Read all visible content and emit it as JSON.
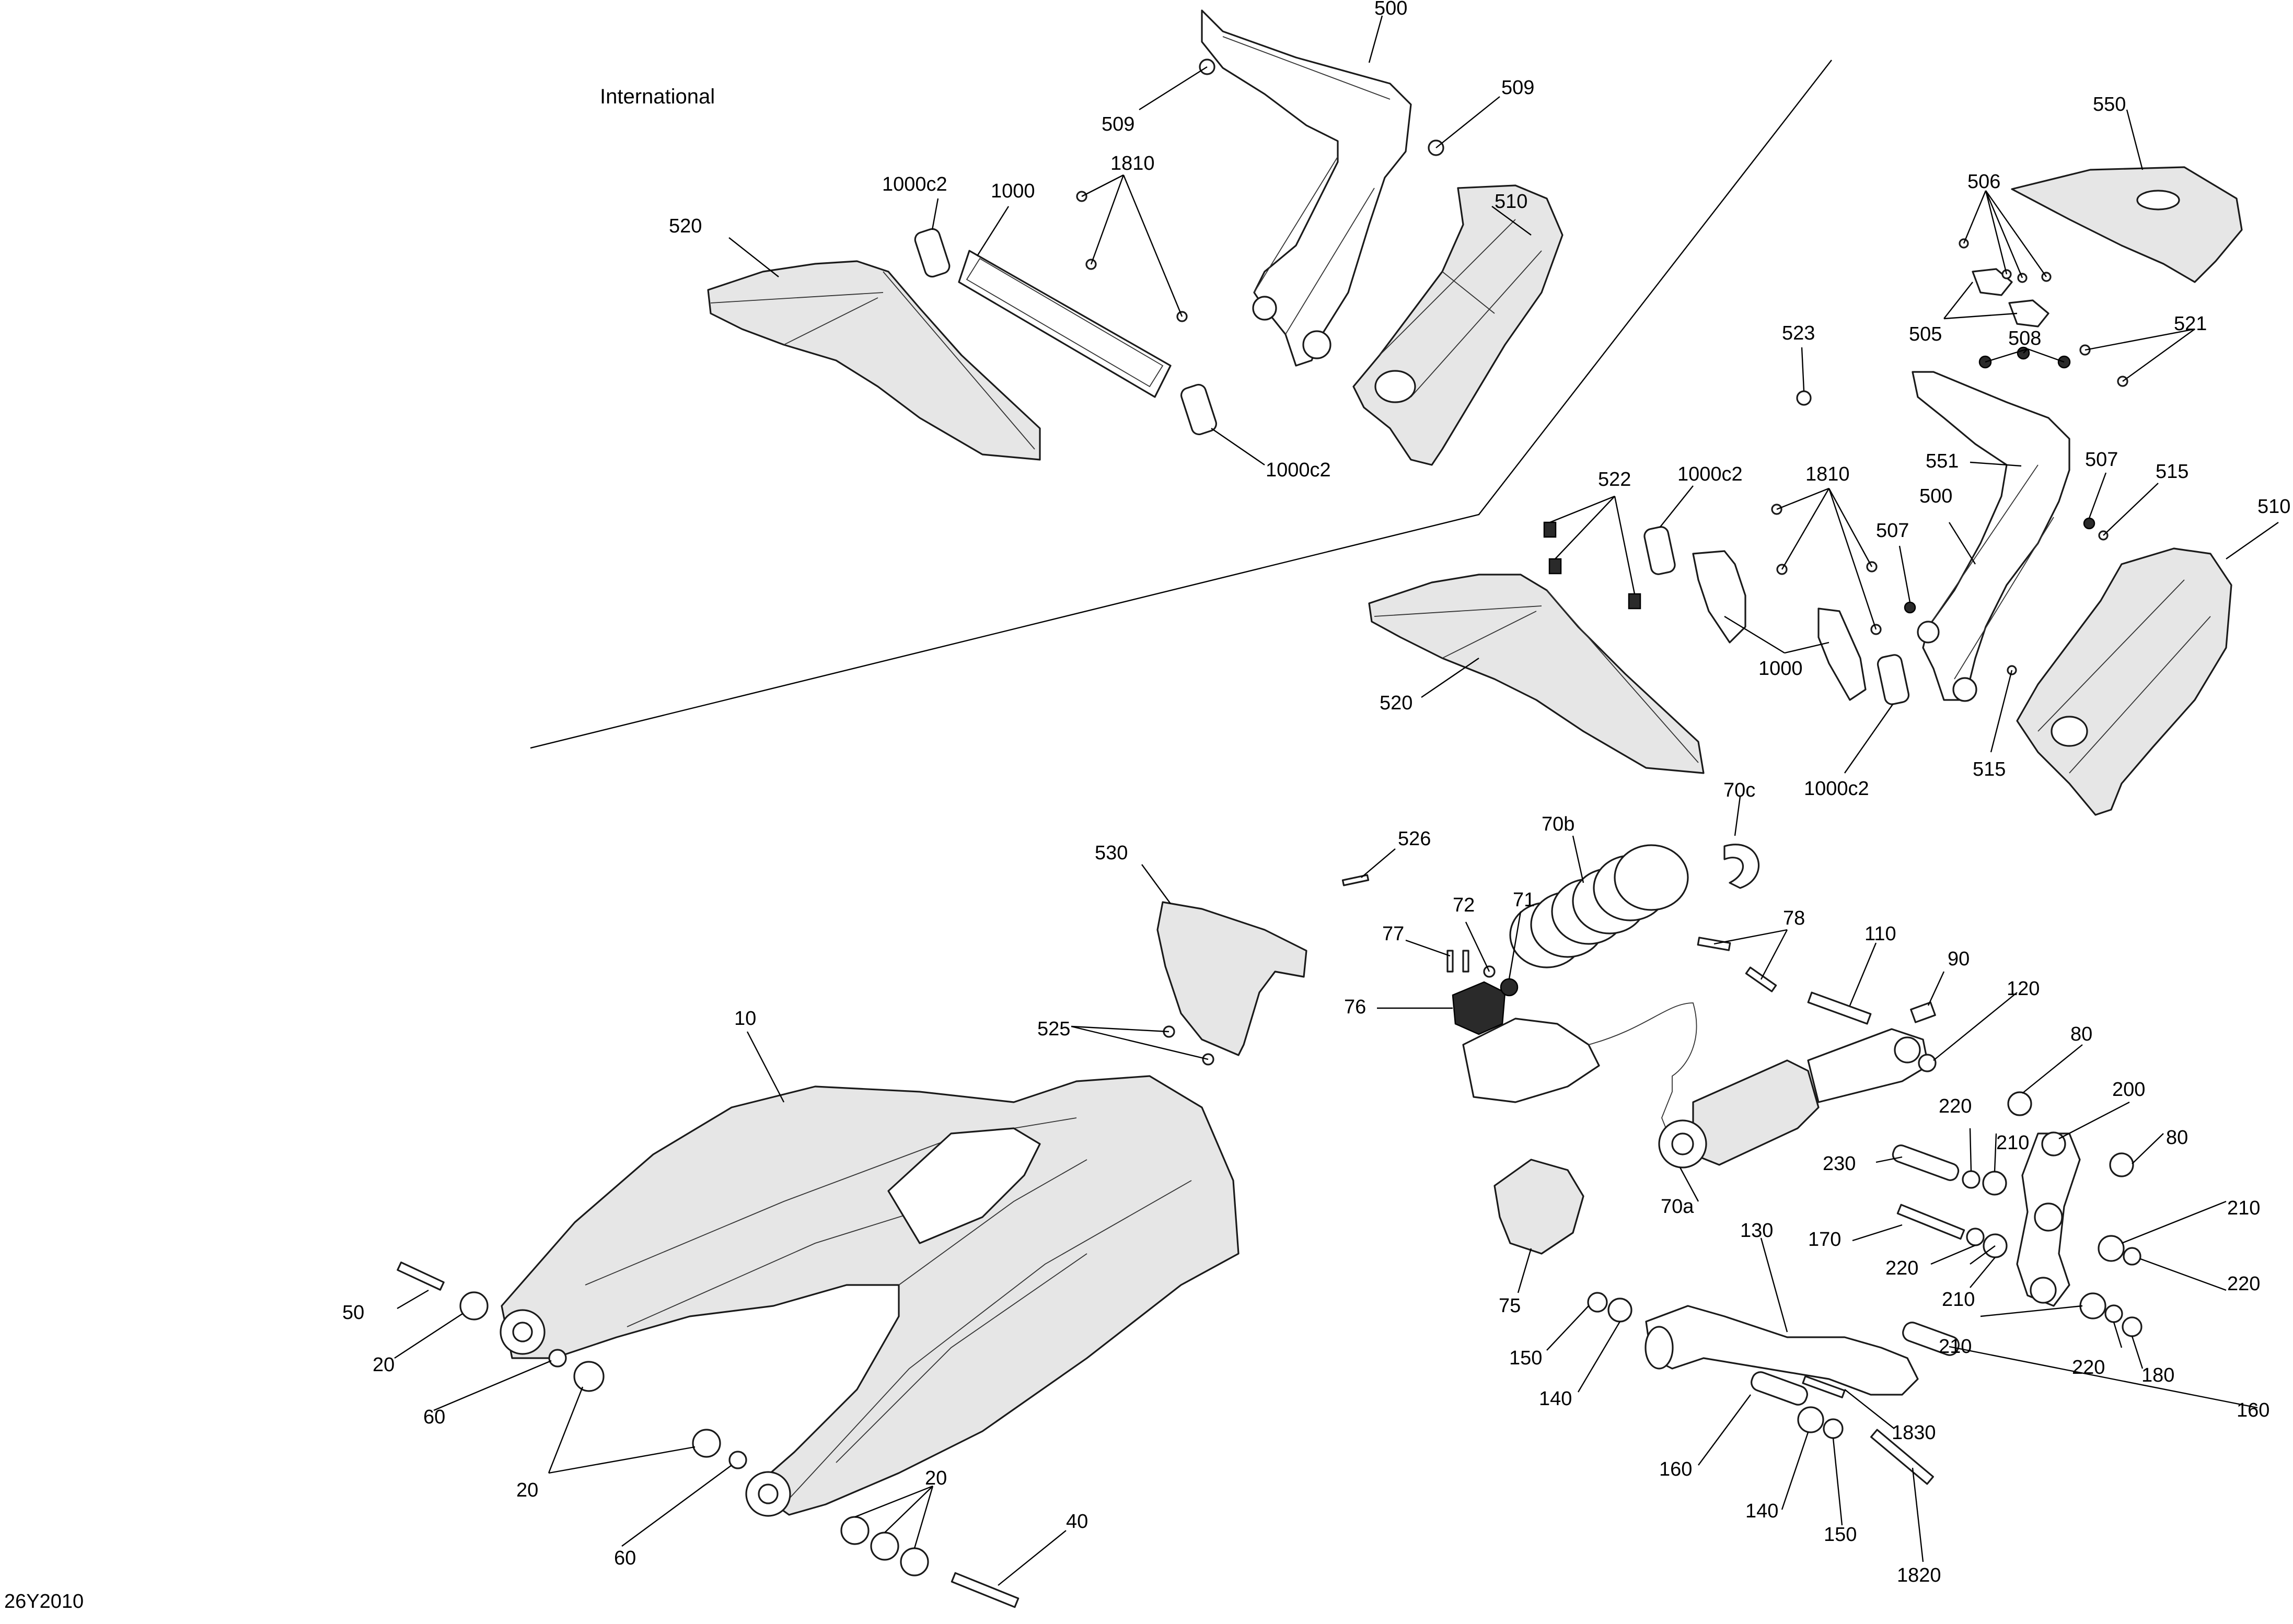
{
  "diagram": {
    "region_label": "International",
    "figure_code": "26Y2010",
    "callouts": {
      "c500a": "500",
      "c509a": "509",
      "c509b": "509",
      "c1810a": "1810",
      "c1000c2a": "1000c2",
      "c1000a": "1000",
      "c520a": "520",
      "c510a": "510",
      "c1000c2b": "1000c2",
      "c550": "550",
      "c506": "506",
      "c505": "505",
      "c508": "508",
      "c521": "521",
      "c523": "523",
      "c551": "551",
      "c507a": "507",
      "c515a": "515",
      "c500b": "500",
      "c510b": "510",
      "c522": "522",
      "c1000c2c": "1000c2",
      "c1810b": "1810",
      "c507b": "507",
      "c1000b": "1000",
      "c520b": "520",
      "c515b": "515",
      "c1000c2d": "1000c2",
      "c526": "526",
      "c70b": "70b",
      "c70c": "70c",
      "c530": "530",
      "c77": "77",
      "c72": "72",
      "c71": "71",
      "c78": "78",
      "c110": "110",
      "c90": "90",
      "c120": "120",
      "c76": "76",
      "c525": "525",
      "c10": "10",
      "c80a": "80",
      "c200": "200",
      "c220a": "220",
      "c210a": "210",
      "c230": "230",
      "c80b": "80",
      "c70a": "70a",
      "c75": "75",
      "c210b": "210",
      "c170": "170",
      "c220b": "220",
      "c210c": "210",
      "c220c": "220",
      "c130": "130",
      "c50": "50",
      "c20a": "20",
      "c210d": "210",
      "c220d": "220",
      "c180": "180",
      "c150a": "150",
      "c140a": "140",
      "c160a": "160",
      "c60a": "60",
      "c1830": "1830",
      "c160b": "160",
      "c20b": "20",
      "c20c": "20",
      "c140b": "140",
      "c150b": "150",
      "c1820": "1820",
      "c40": "40",
      "c60b": "60"
    }
  }
}
